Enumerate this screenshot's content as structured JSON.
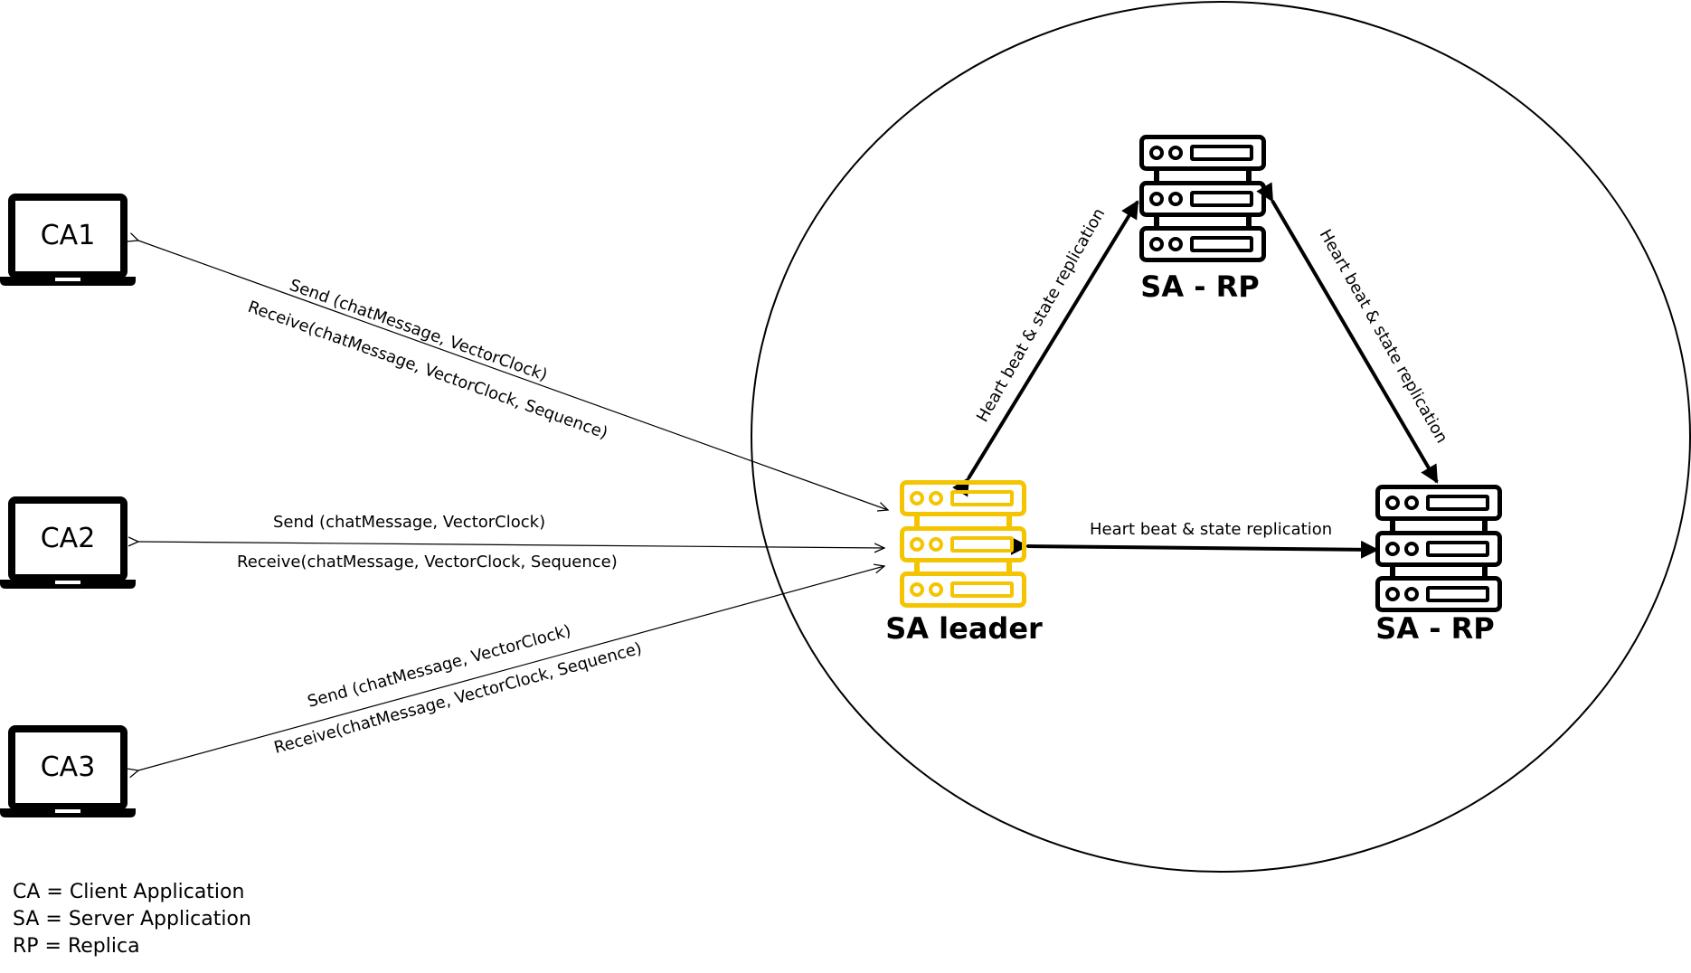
{
  "clients": [
    {
      "label": "CA1"
    },
    {
      "label": "CA2"
    },
    {
      "label": "CA3"
    }
  ],
  "servers": {
    "leader": {
      "label": "SA leader",
      "color": "#f5c400"
    },
    "replica_top": {
      "label": "SA - RP",
      "color": "#000000"
    },
    "replica_right": {
      "label": "SA - RP",
      "color": "#000000"
    }
  },
  "edges": {
    "ca1_send": "Send (chatMessage, VectorClock)",
    "ca1_receive": "Receive(chatMessage, VectorClock, Sequence)",
    "ca2_send": "Send (chatMessage, VectorClock)",
    "ca2_receive": "Receive(chatMessage, VectorClock, Sequence)",
    "ca3_send": "Send (chatMessage, VectorClock)",
    "ca3_receive": "Receive(chatMessage, VectorClock, Sequence)",
    "leader_top": "Heart beat & state replication",
    "top_right": "Heart beat & state replication",
    "leader_right": "Heart beat & state replication"
  },
  "legend": [
    "CA = Client Application",
    "SA = Server Application",
    "RP = Replica"
  ],
  "icons": {
    "client": "laptop-icon",
    "server": "server-rack-icon"
  }
}
